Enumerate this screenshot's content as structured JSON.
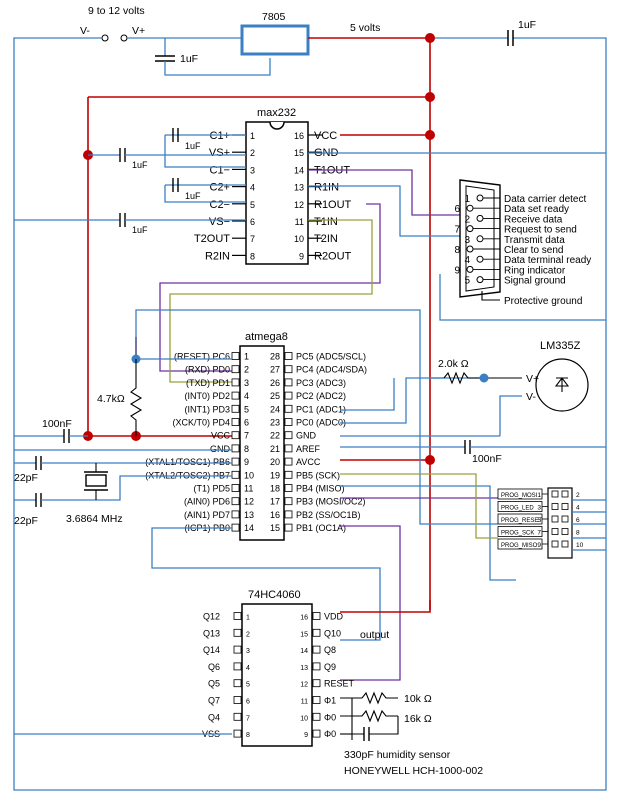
{
  "power": {
    "input_label": "9 to 12 volts",
    "vminus": "V-",
    "vplus": "V+",
    "regulator": "7805",
    "five_volts": "5 volts",
    "cap_in": "1uF",
    "cap_out": "1uF"
  },
  "max232": {
    "name": "max232",
    "left_pins": [
      {
        "num": "1",
        "label": "C1+"
      },
      {
        "num": "2",
        "label": "VS+"
      },
      {
        "num": "3",
        "label": "C1−"
      },
      {
        "num": "4",
        "label": "C2+"
      },
      {
        "num": "5",
        "label": "C2−"
      },
      {
        "num": "6",
        "label": "VS−"
      },
      {
        "num": "7",
        "label": "T2OUT"
      },
      {
        "num": "8",
        "label": "R2IN"
      }
    ],
    "right_pins": [
      {
        "num": "16",
        "label": "VCC"
      },
      {
        "num": "15",
        "label": "GND"
      },
      {
        "num": "14",
        "label": "T1OUT"
      },
      {
        "num": "13",
        "label": "R1IN"
      },
      {
        "num": "12",
        "label": "R1OUT"
      },
      {
        "num": "11",
        "label": "T1IN"
      },
      {
        "num": "10",
        "label": "T2IN"
      },
      {
        "num": "9",
        "label": "R2OUT"
      }
    ],
    "caps": [
      "1uF",
      "1uF",
      "1uF",
      "1uF"
    ]
  },
  "db9": {
    "pins": [
      {
        "num": "1",
        "label": "Data carrier detect"
      },
      {
        "num": "6",
        "label": "Data set ready"
      },
      {
        "num": "2",
        "label": "Receive data"
      },
      {
        "num": "7",
        "label": "Request to send"
      },
      {
        "num": "3",
        "label": "Transmit data"
      },
      {
        "num": "8",
        "label": "Clear to send"
      },
      {
        "num": "4",
        "label": "Data terminal ready"
      },
      {
        "num": "9",
        "label": "Ring indicator"
      },
      {
        "num": "5",
        "label": "Signal ground"
      }
    ],
    "shield": "Protective ground"
  },
  "atmega8": {
    "name": "atmega8",
    "left_pins": [
      {
        "num": "1",
        "label": "(RESET) PC6"
      },
      {
        "num": "2",
        "label": "(RXD) PD0"
      },
      {
        "num": "3",
        "label": "(TXD) PD1"
      },
      {
        "num": "4",
        "label": "(INT0) PD2"
      },
      {
        "num": "5",
        "label": "(INT1) PD3"
      },
      {
        "num": "6",
        "label": "(XCK/T0) PD4"
      },
      {
        "num": "7",
        "label": "VCC"
      },
      {
        "num": "8",
        "label": "GND"
      },
      {
        "num": "9",
        "label": "(XTAL1/TOSC1) PB6"
      },
      {
        "num": "10",
        "label": "(XTAL2/TOSC2) PB7"
      },
      {
        "num": "11",
        "label": "(T1) PD5"
      },
      {
        "num": "12",
        "label": "(AIN0) PD6"
      },
      {
        "num": "13",
        "label": "(AIN1) PD7"
      },
      {
        "num": "14",
        "label": "(ICP1) PB0"
      }
    ],
    "right_pins": [
      {
        "num": "28",
        "label": "PC5 (ADC5/SCL)"
      },
      {
        "num": "27",
        "label": "PC4 (ADC4/SDA)"
      },
      {
        "num": "26",
        "label": "PC3 (ADC3)"
      },
      {
        "num": "25",
        "label": "PC2 (ADC2)"
      },
      {
        "num": "24",
        "label": "PC1 (ADC1)"
      },
      {
        "num": "23",
        "label": "PC0 (ADC0)"
      },
      {
        "num": "22",
        "label": "GND"
      },
      {
        "num": "21",
        "label": "AREF"
      },
      {
        "num": "20",
        "label": "AVCC"
      },
      {
        "num": "19",
        "label": "PB5 (SCK)"
      },
      {
        "num": "18",
        "label": "PB4 (MISO)"
      },
      {
        "num": "17",
        "label": "PB3 (MOSI/OC2)"
      },
      {
        "num": "16",
        "label": "PB2 (SS/OC1B)"
      },
      {
        "num": "15",
        "label": "PB1 (OC1A)"
      }
    ],
    "pullup": "4.7kΩ",
    "vcc_cap": "100nF",
    "aref_cap": "100nF",
    "xtal_cap1": "22pF",
    "xtal_cap2": "22pF",
    "crystal": "3.6864 MHz"
  },
  "sensor": {
    "name": "LM335Z",
    "resistor": "2.0k Ω",
    "vplus": "V+",
    "vminus": "V-"
  },
  "prog_header": {
    "labels": [
      "PROG_MOSI",
      "PROG_LED",
      "PROG_RESET",
      "PROG_SCK",
      "PROG_MISO"
    ],
    "left_nums": [
      "1",
      "3",
      "5",
      "7",
      "9"
    ],
    "right_nums": [
      "2",
      "4",
      "6",
      "8",
      "10"
    ]
  },
  "counter": {
    "name": "74HC4060",
    "left_pins": [
      {
        "num": "1",
        "label": "Q12"
      },
      {
        "num": "2",
        "label": "Q13"
      },
      {
        "num": "3",
        "label": "Q14"
      },
      {
        "num": "4",
        "label": "Q6"
      },
      {
        "num": "5",
        "label": "Q5"
      },
      {
        "num": "6",
        "label": "Q7"
      },
      {
        "num": "7",
        "label": "Q4"
      },
      {
        "num": "8",
        "label": "VSS"
      }
    ],
    "right_pins": [
      {
        "num": "16",
        "label": "VDD"
      },
      {
        "num": "15",
        "label": "Q10"
      },
      {
        "num": "14",
        "label": "Q8"
      },
      {
        "num": "13",
        "label": "Q9"
      },
      {
        "num": "12",
        "label": "RESET"
      },
      {
        "num": "11",
        "label": "Φ1"
      },
      {
        "num": "10",
        "label": "Φ0"
      },
      {
        "num": "9",
        "label": "Φ0"
      }
    ],
    "output_label": "output",
    "r1": "10k Ω",
    "r2": "16k Ω",
    "sensor_line1": "330pF humidity sensor",
    "sensor_line2": "HONEYWELL HCH-1000-002"
  }
}
